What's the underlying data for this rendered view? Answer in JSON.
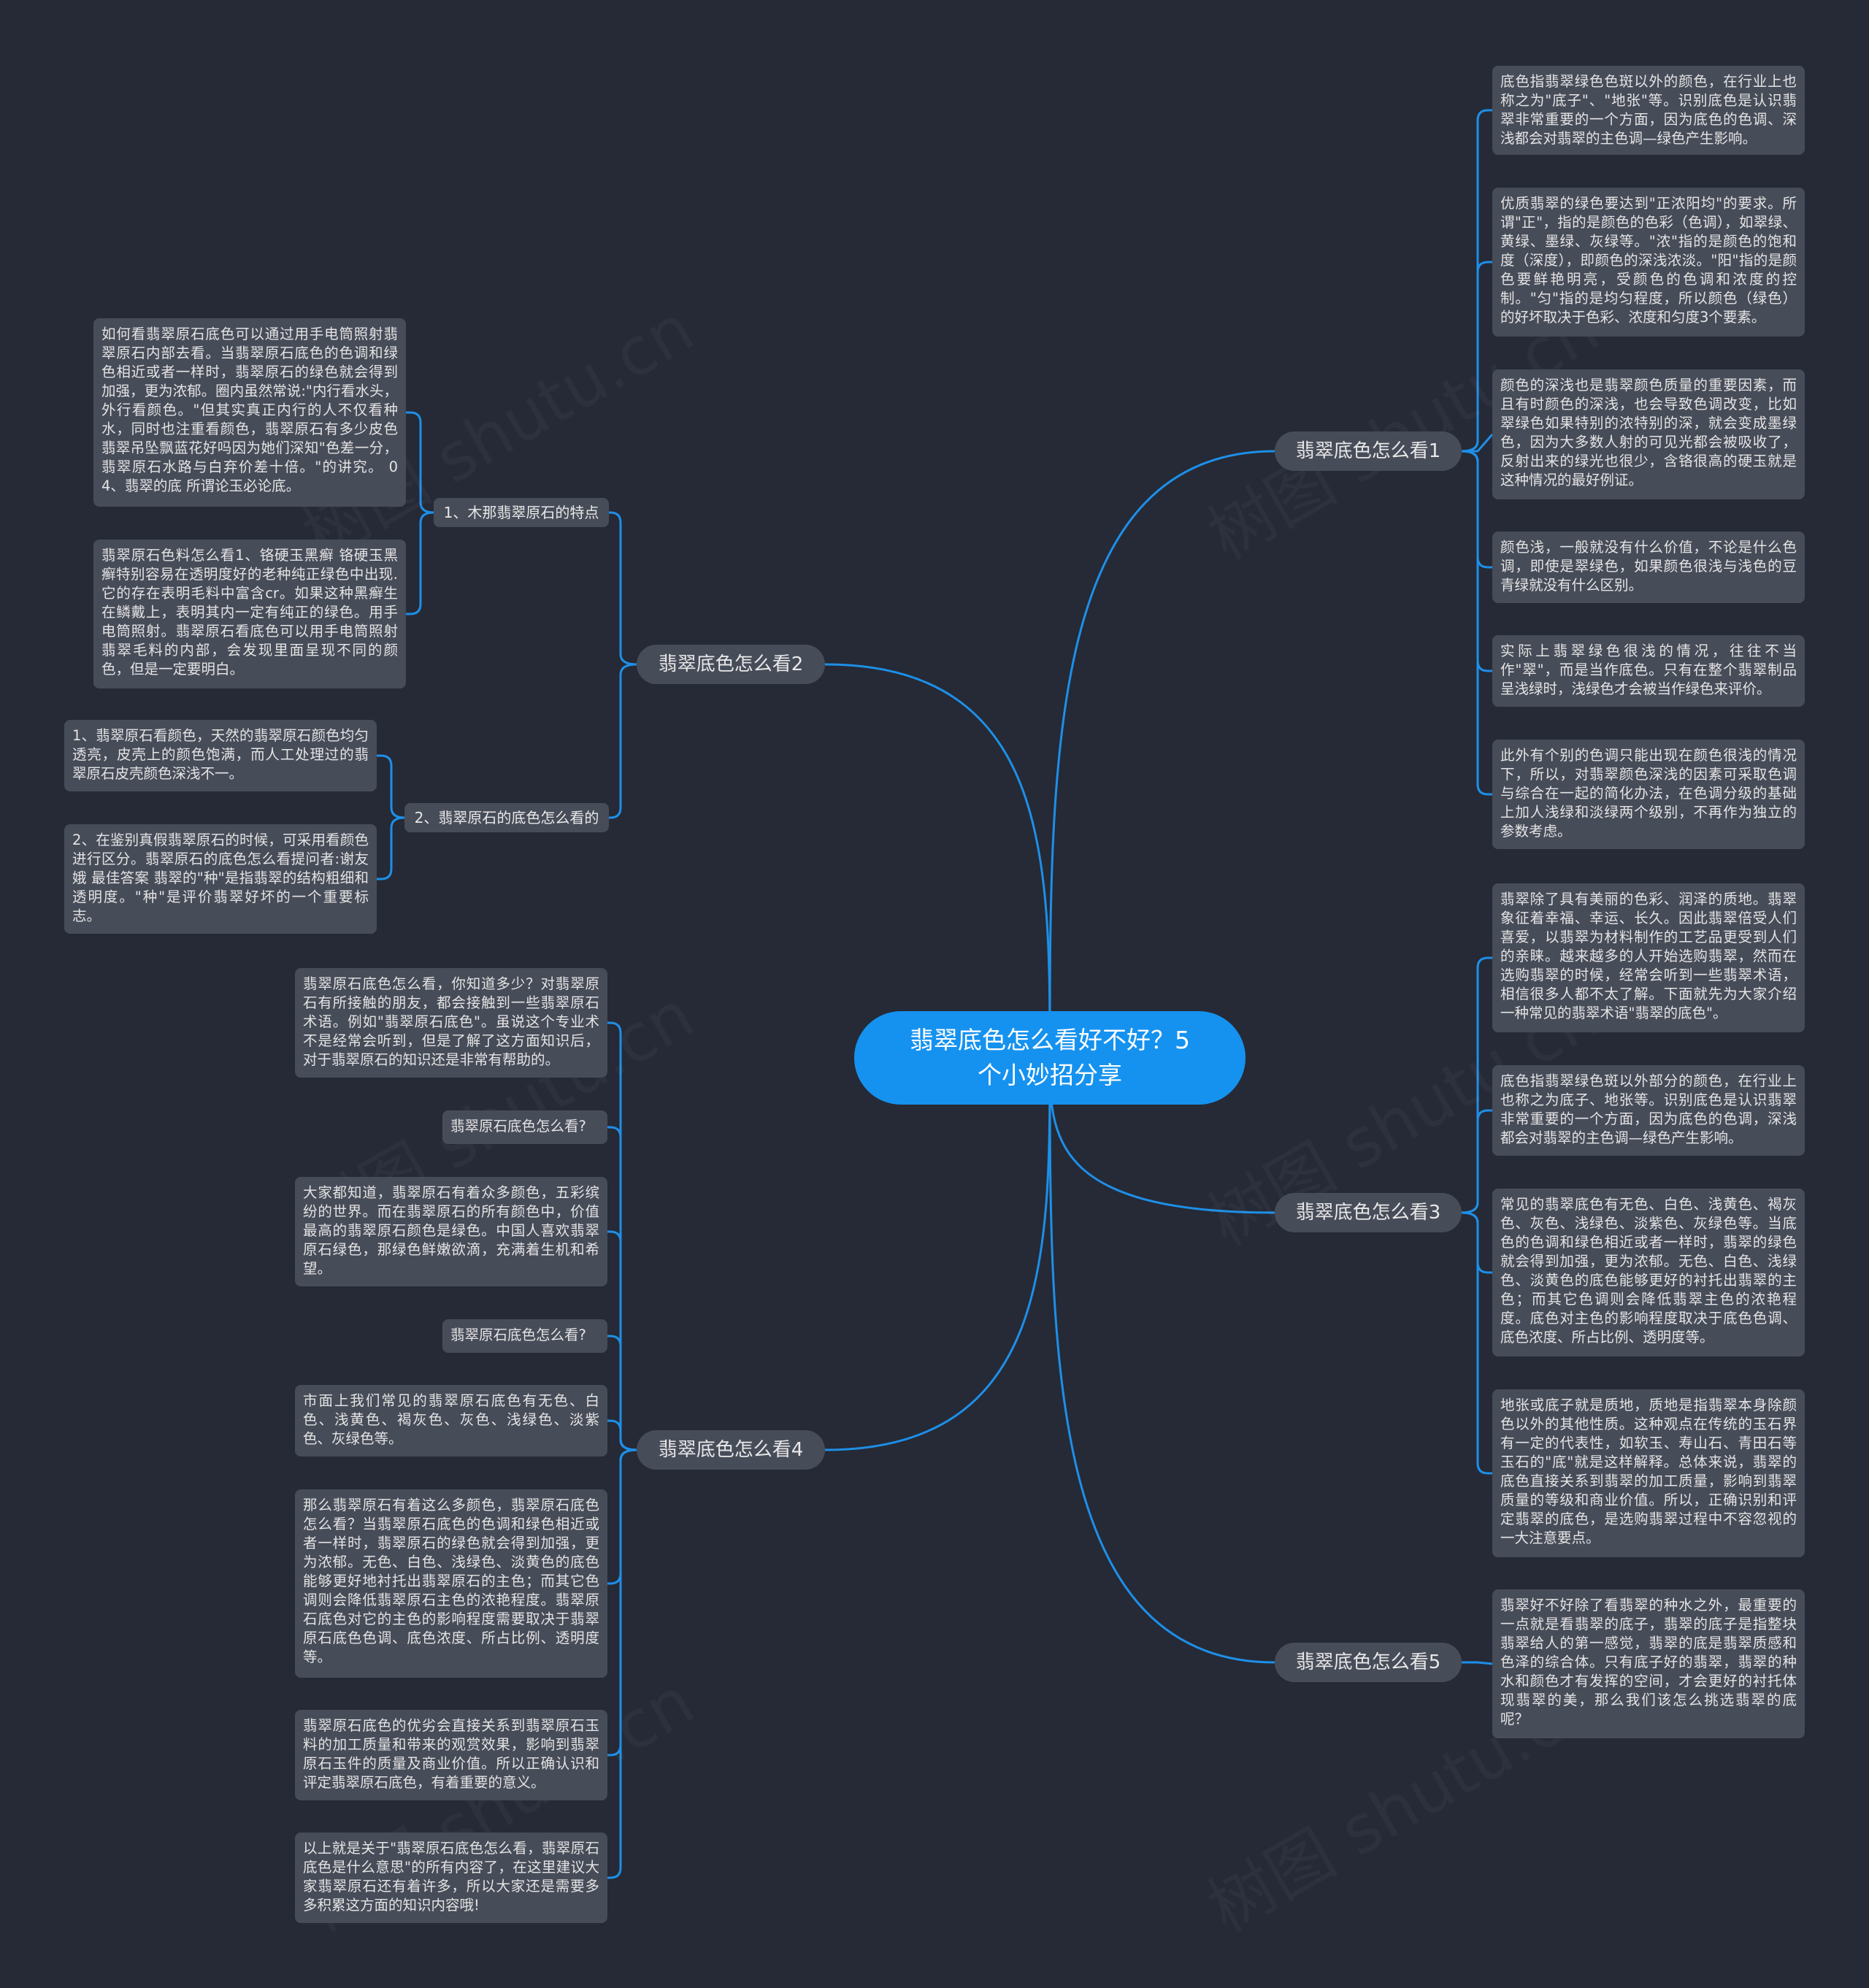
{
  "root": "翡翠底色怎么看好不好？5个小妙招分享",
  "branches": {
    "b1": "翡翠底色怎么看1",
    "b2": "翡翠底色怎么看2",
    "b3": "翡翠底色怎么看3",
    "b4": "翡翠底色怎么看4",
    "b5": "翡翠底色怎么看5"
  },
  "b1_leaves": [
    "底色指翡翠绿色色斑以外的颜色，在行业上也称之为\"底子\"、\"地张\"等。识别底色是认识翡翠非常重要的一个方面，因为底色的色调、深浅都会对翡翠的主色调—绿色产生影响。",
    "优质翡翠的绿色要达到\"正浓阳均\"的要求。所谓\"正\"，指的是颜色的色彩（色调），如翠绿、黄绿、墨绿、灰绿等。\"浓\"指的是颜色的饱和度（深度），即颜色的深浅浓淡。\"阳\"指的是颜色要鲜艳明亮，受颜色的色调和浓度的控制。\"匀\"指的是均匀程度，所以颜色（绿色）的好坏取决于色彩、浓度和匀度3个要素。",
    "颜色的深浅也是翡翠颜色质量的重要因素，而且有时颜色的深浅，也会导致色调改变，比如翠绿色如果特别的浓特别的深，就会变成墨绿色，因为大多数人射的可见光都会被吸收了，反射出来的绿光也很少，含铬很高的硬玉就是这种情况的最好例证。",
    "颜色浅，一般就没有什么价值，不论是什么色调，即使是翠绿色，如果颜色很浅与浅色的豆青绿就没有什么区别。",
    "实际上翡翠绿色很浅的情况，往往不当作\"翠\"，而是当作底色。只有在整个翡翠制品呈浅绿时，浅绿色才会被当作绿色来评价。",
    "此外有个别的色调只能出现在颜色很浅的情况下，所以，对翡翠颜色深浅的因素可采取色调与综合在一起的简化办法，在色调分级的基础上加人浅绿和淡绿两个级别，不再作为独立的参数考虑。"
  ],
  "b2_subs": [
    "1、木那翡翠原石的特点",
    "2、翡翠原石的底色怎么看的"
  ],
  "b2_leaves": [
    "如何看翡翠原石底色可以通过用手电筒照射翡翠原石内部去看。当翡翠原石底色的色调和绿色相近或者一样时，翡翠原石的绿色就会得到加强，更为浓郁。圈内虽然常说:\"内行看水头，外行看颜色。\"但其实真正内行的人不仅看种水，同时也注重看颜色，翡翠原石有多少皮色翡翠吊坠飘蓝花好吗因为她们深知\"色差一分，翡翠原石水路与白弃价差十倍。\"的讲究。 04、翡翠的底 所谓论玉必论底。",
    "翡翠原石色料怎么看1、铬硬玉黑癣 铬硬玉黑癣特别容易在透明度好的老种纯正绿色中出现.它的存在表明毛料中富含cr。如果这种黑癣生在鳞戴上，表明其内一定有纯正的绿色。用手电筒照射。翡翠原石看底色可以用手电筒照射翡翠毛料的内部，会发现里面呈现不同的颜色，但是一定要明白。",
    "1、翡翠原石看颜色，天然的翡翠原石颜色均匀透亮，皮壳上的颜色饱满，而人工处理过的翡翠原石皮壳颜色深浅不一。",
    "2、在鉴别真假翡翠原石的时候，可采用看颜色进行区分。翡翠原石的底色怎么看提问者:谢友娥 最佳答案 翡翠的\"种\"是指翡翠的结构粗细和透明度。\"种\"是评价翡翠好坏的一个重要标志。"
  ],
  "b3_leaves": [
    "翡翠除了具有美丽的色彩、润泽的质地。翡翠象征着幸福、幸运、长久。因此翡翠倍受人们喜爱，以翡翠为材料制作的工艺品更受到人们的亲睐。越来越多的人开始选购翡翠，然而在选购翡翠的时候，经常会听到一些翡翠术语，相信很多人都不太了解。下面就先为大家介绍一种常见的翡翠术语\"翡翠的底色\"。",
    "底色指翡翠绿色斑以外部分的颜色，在行业上也称之为底子、地张等。识别底色是认识翡翠非常重要的一个方面，因为底色的色调，深浅都会对翡翠的主色调—绿色产生影响。",
    "常见的翡翠底色有无色、白色、浅黄色、褐灰色、灰色、浅绿色、淡紫色、灰绿色等。当底色的色调和绿色相近或者一样时，翡翠的绿色就会得到加强，更为浓郁。无色、白色、浅绿色、淡黄色的底色能够更好的衬托出翡翠的主色；而其它色调则会降低翡翠主色的浓艳程度。底色对主色的影响程度取决于底色色调、底色浓度、所占比例、透明度等。",
    "地张或底子就是质地，质地是指翡翠本身除颜色以外的其他性质。这种观点在传统的玉石界有一定的代表性，如软玉、寿山石、青田石等玉石的\"底\"就是这样解释。总体来说，翡翠的底色直接关系到翡翠的加工质量，影响到翡翠质量的等级和商业价值。所以，正确识别和评定翡翠的底色，是选购翡翠过程中不容忽视的一大注意要点。"
  ],
  "b4_leaves": [
    "翡翠原石底色怎么看，你知道多少？对翡翠原石有所接触的朋友，都会接触到一些翡翠原石术语。例如\"翡翠原石底色\"。虽说这个专业术不是经常会听到，但是了解了这方面知识后，对于翡翠原石的知识还是非常有帮助的。",
    "翡翠原石底色怎么看?",
    "大家都知道，翡翠原石有着众多颜色，五彩缤纷的世界。而在翡翠原石的所有颜色中，价值最高的翡翠原石颜色是绿色。中国人喜欢翡翠原石绿色，那绿色鲜嫩欲滴，充满着生机和希望。",
    "翡翠原石底色怎么看?",
    "市面上我们常见的翡翠原石底色有无色、白色、浅黄色、褐灰色、灰色、浅绿色、淡紫色、灰绿色等。",
    "那么翡翠原石有着这么多颜色，翡翠原石底色怎么看？当翡翠原石底色的色调和绿色相近或者一样时，翡翠原石的绿色就会得到加强，更为浓郁。无色、白色、浅绿色、淡黄色的底色能够更好地衬托出翡翠原石的主色；而其它色调则会降低翡翠原石主色的浓艳程度。翡翠原石底色对它的主色的影响程度需要取决于翡翠原石底色色调、底色浓度、所占比例、透明度等。",
    "翡翠原石底色的优劣会直接关系到翡翠原石玉料的加工质量和带来的观赏效果，影响到翡翠原石玉件的质量及商业价值。所以正确认识和评定翡翠原石底色，有着重要的意义。",
    "以上就是关于\"翡翠原石底色怎么看，翡翠原石底色是什么意思\"的所有内容了，在这里建议大家翡翠原石还有着许多，所以大家还是需要多多积累这方面的知识内容哦!"
  ],
  "b5_leaves": [
    "翡翠好不好除了看翡翠的种水之外，最重要的一点就是看翡翠的底子，翡翠的底子是指整块翡翠给人的第一感觉，翡翠的底是翡翠质感和色泽的综合体。只有底子好的翡翠，翡翠的种水和颜色才有发挥的空间，才会更好的衬托体现翡翠的美，那么我们该怎么挑选翡翠的底呢？"
  ],
  "watermark": "树图 shutu.cn",
  "colors": {
    "background": "#252a36",
    "root": "#1592ef",
    "node": "#474c59",
    "link": "#1e8fe8"
  }
}
